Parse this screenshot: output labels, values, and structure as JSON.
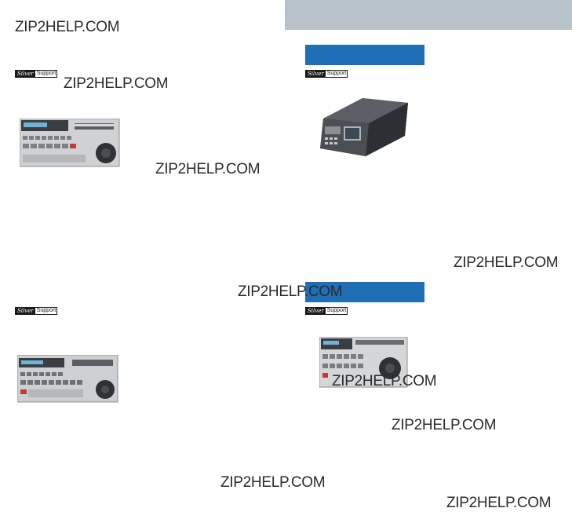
{
  "watermark": "ZIP2HELP.COM",
  "badge": {
    "left_text": "Silver",
    "right_text": "Support"
  },
  "colors": {
    "band": "#b8c2cb",
    "blue_bar": "#1f6fb6"
  }
}
